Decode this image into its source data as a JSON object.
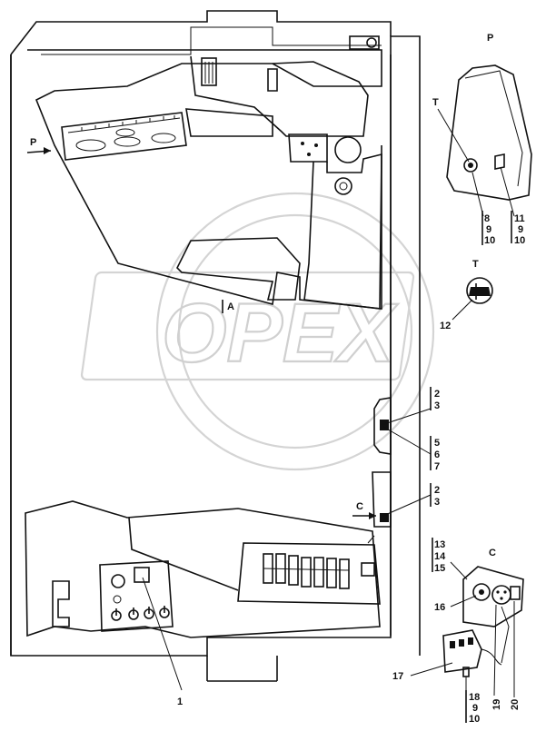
{
  "watermark": {
    "text": "OPEX"
  },
  "views": {
    "p": "P",
    "t": "T",
    "c": "C"
  },
  "view_markers": {
    "p": "P",
    "a": "A",
    "c": "C"
  },
  "callouts": {
    "c1": "1",
    "c2_3_a": [
      "2",
      "3"
    ],
    "c5_6_7": [
      "5",
      "6",
      "7"
    ],
    "c2_3_b": [
      "2",
      "3"
    ],
    "c8_9_10": [
      "8",
      "9",
      "10"
    ],
    "c11_9_10": [
      "11",
      "9",
      "10"
    ],
    "c12": "12",
    "c13_14_15": [
      "13",
      "14",
      "15"
    ],
    "c16": "16",
    "c17": "17",
    "c18_9_10": [
      "18",
      "9",
      "10"
    ],
    "c19": "19",
    "c20": "20"
  },
  "colors": {
    "ink": "#111111",
    "watermark": "#d4d4d4",
    "background": "#ffffff"
  }
}
